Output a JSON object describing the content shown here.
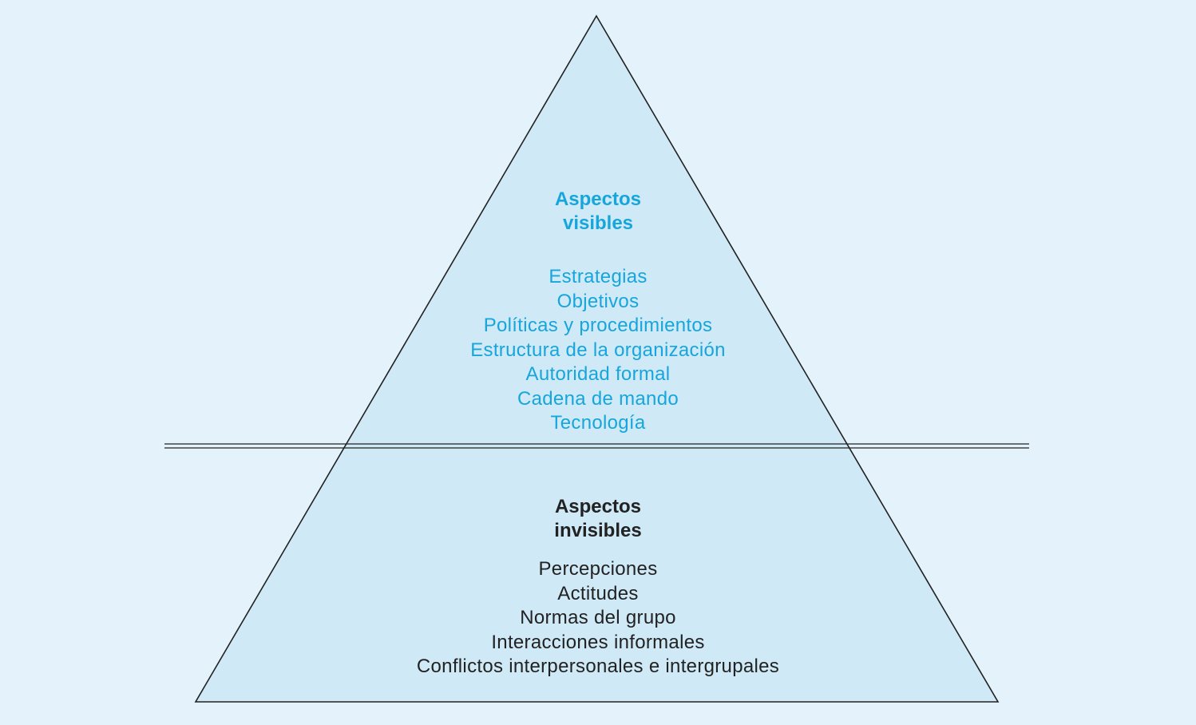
{
  "colors": {
    "background": "#e3f2fb",
    "triangle_fill": "#cfe9f6",
    "outline": "#222222",
    "visible_text": "#16a6dc",
    "invisible_text": "#222222"
  },
  "visible": {
    "heading_line1": "Aspectos",
    "heading_line2": "visibles",
    "items": [
      "Estrategias",
      "Objetivos",
      "Políticas y procedimientos",
      "Estructura de la organización",
      "Autoridad formal",
      "Cadena de mando",
      "Tecnología"
    ]
  },
  "invisible": {
    "heading_line1": "Aspectos",
    "heading_line2": "invisibles",
    "items": [
      "Percepciones",
      "Actitudes",
      "Normas del grupo",
      "Interacciones informales",
      "Conflictos interpersonales e intergrupales"
    ]
  }
}
